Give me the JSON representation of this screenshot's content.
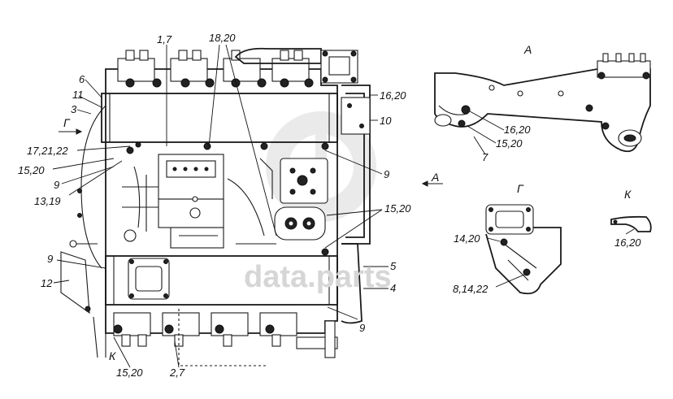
{
  "watermark": {
    "text": "data.parts"
  },
  "views": {
    "A_arrow": "А",
    "A_title": "А",
    "G_arrow": "Г",
    "G_title": "Г",
    "K_title": "К",
    "K_bottom": "К"
  },
  "callouts": {
    "c_1_7": "1,7",
    "c_18_20": "18,20",
    "c_6": "6",
    "c_11": "11",
    "c_3": "3",
    "c_16_20_right": "16,20",
    "c_10": "10",
    "c_17_21_22": "17,21,22",
    "c_15_20_left": "15,20",
    "c_9_left": "9",
    "c_13_19": "13,19",
    "c_9_right": "9",
    "c_15_20_mid": "15,20",
    "c_9_lower_left": "9",
    "c_12": "12",
    "c_5": "5",
    "c_4": "4",
    "c_9_bottom": "9",
    "c_15_20_bottom": "15,20",
    "c_2_7": "2,7",
    "A_16_20": "16,20",
    "A_15_20": "15,20",
    "A_7": "7",
    "G_14_20": "14,20",
    "G_8_14_22": "8,14,22",
    "K_16_20": "16,20"
  },
  "colors": {
    "line": "#1a1a1a",
    "watermark": "#d9d9d9",
    "background": "#ffffff"
  }
}
